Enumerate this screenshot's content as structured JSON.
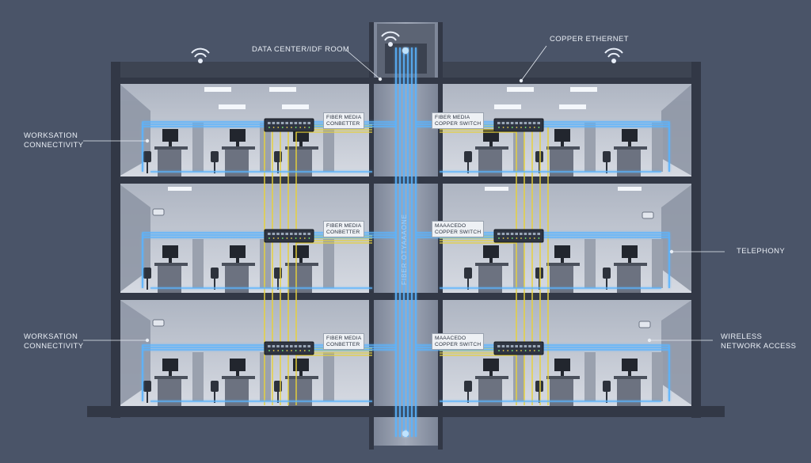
{
  "labels": {
    "data_center": "DATA CENTER/IDF ROOM",
    "copper_ethernet": "COPPER ETHERNET",
    "workstation_top": "WORKSATION\nCONNECTIVITY",
    "workstation_bottom": "WORKSATION\nCONNECTIVITY",
    "telephony": "TELEPHONY",
    "wireless": "WIRELESS\nNETWORK ACCESS",
    "backbone": "FIBER OTYAAAONE"
  },
  "floor_boxes": {
    "left": [
      "FIBER MEDIA\nCONBETTER",
      "FIBER MEDIA\nCONBETTER",
      "FIBER MEDIA\nCONBETTER"
    ],
    "right": [
      "FIBER MEDIA\nCOPPER SWITCH",
      "MAAACEDO\nCOPPER SWITCH",
      "MAAACEDO\nCOPPER SWITCH"
    ]
  },
  "colors": {
    "background": "#4a5468",
    "floor_slab": "#3a4150",
    "wall": "#c9ced8",
    "fiber": "#5ab4ff",
    "copper": "#e8d23a",
    "switch": "#2f3542"
  }
}
